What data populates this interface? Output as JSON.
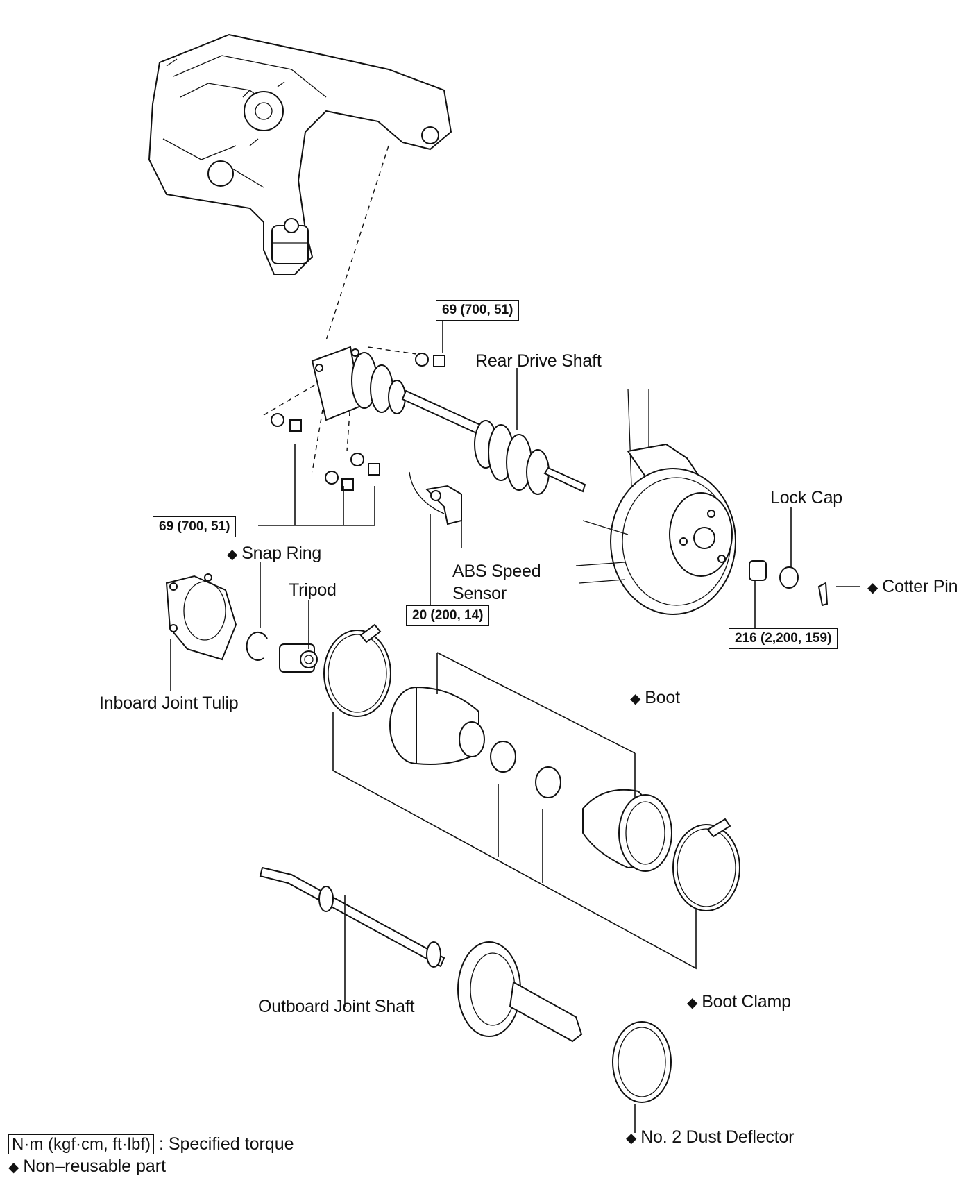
{
  "labels": {
    "rear_drive_shaft": "Rear Drive Shaft",
    "lock_cap": "Lock Cap",
    "cotter_pin": "Cotter Pin",
    "snap_ring": "Snap Ring",
    "tripod": "Tripod",
    "abs_speed_sensor_1": "ABS Speed",
    "abs_speed_sensor_2": "Sensor",
    "inboard_joint_tulip": "Inboard Joint Tulip",
    "boot": "Boot",
    "outboard_joint_shaft": "Outboard Joint Shaft",
    "boot_clamp": "Boot Clamp",
    "dust_deflector": "No. 2 Dust Deflector"
  },
  "non_reusable_marker": "◆",
  "torques": {
    "t1": "69 (700, 51)",
    "t2": "69 (700, 51)",
    "t3": "20 (200, 14)",
    "t4": "216 (2,200, 159)"
  },
  "legend": {
    "unit_box": "N·m (kgf·cm, ft·lbf)",
    "unit_desc": ": Specified torque",
    "nonreusable_desc": "Non–reusable part"
  }
}
